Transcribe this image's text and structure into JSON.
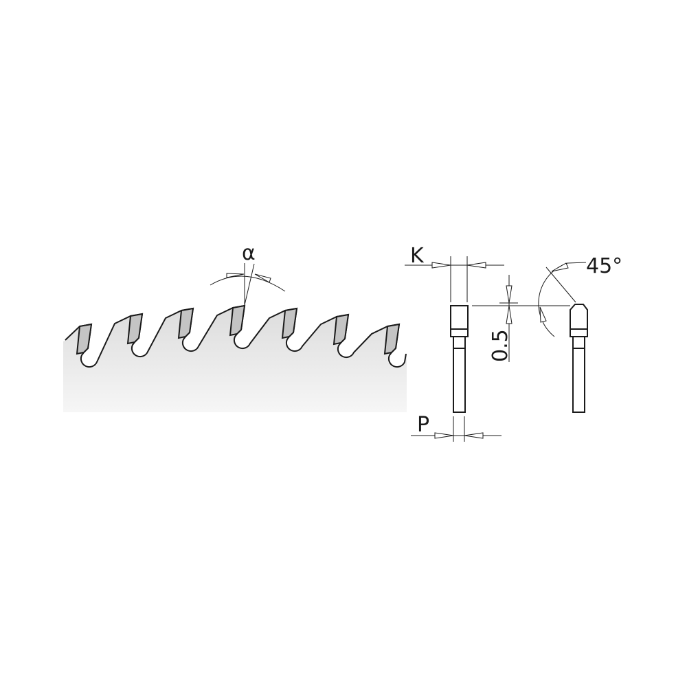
{
  "diagram": {
    "labels": {
      "rake_angle": "α",
      "kerf": "K",
      "plate_thickness": "P",
      "height_offset": "0.5",
      "chamfer_angle": "45°"
    },
    "colors": {
      "line": "#1a1a1a",
      "carbide_insert": "#c4c4c4",
      "blade_body_top": "#dcdcdc",
      "blade_body_bottom": "#f6f6f6"
    },
    "tooth_count": 7
  }
}
